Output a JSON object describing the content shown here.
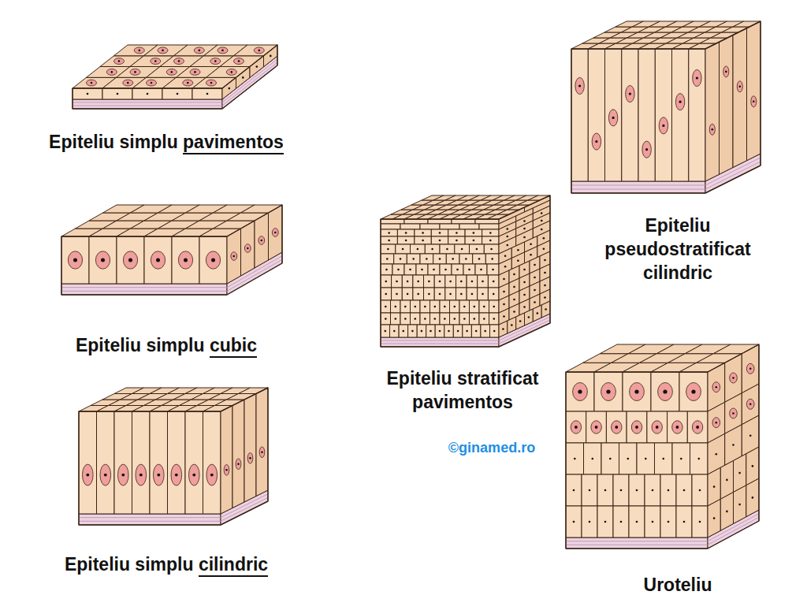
{
  "diagram": {
    "labels": [
      "Epiteliu simplu pavimentos",
      "Epiteliu simplu cubic",
      "Epiteliu simplu cilindric",
      "Epiteliu stratificat pavimentos",
      "Epiteliu pseudostratificat cilindric",
      "Uroteliu",
      "©ginamed.ro"
    ]
  }
}
